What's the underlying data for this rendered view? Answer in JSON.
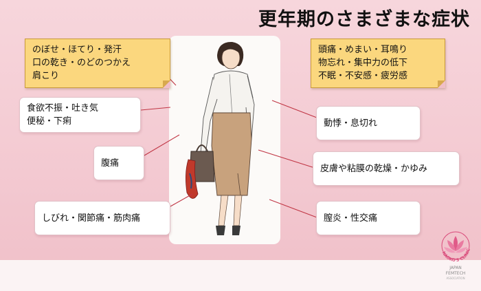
{
  "title": "更年期のさまざまな症状",
  "callouts": {
    "hot_flash": [
      "のぼせ・ほてり・発汗",
      "口の乾き・のどのつかえ",
      "肩こり"
    ],
    "headache": [
      "頭痛・めまい・耳鳴り",
      "物忘れ・集中力の低下",
      "不眠・不安感・疲労感"
    ],
    "appetite": [
      "食欲不振・吐き気",
      "便秘・下痢"
    ],
    "palpitation": "動悸・息切れ",
    "stomach": "腹痛",
    "skin": "皮膚や粘膜の乾燥・かゆみ",
    "joints": "しびれ・関節痛・筋肉痛",
    "vaginitis": "膣炎・性交痛"
  },
  "logo": {
    "clinic": "NAOKO'S CLINIC",
    "org_line1": "JAPAN",
    "org_line2": "FEMTECH",
    "org_line3": "ASSOCIATION"
  },
  "colors": {
    "background": "#f5cfd6",
    "note_yellow": "#fbd77e",
    "leader_line": "#c03544",
    "logo_pink": "#d94a7a"
  }
}
